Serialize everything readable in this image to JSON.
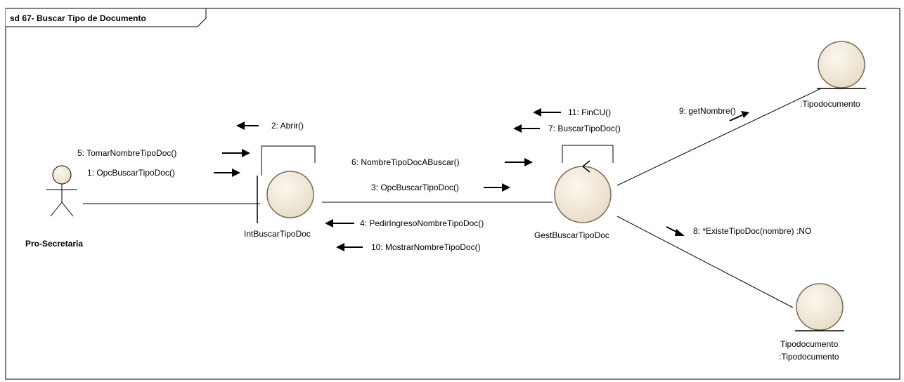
{
  "frame": {
    "title": "sd 67- Buscar Tipo de Documento"
  },
  "actor": {
    "name": "Pro-Secretaria"
  },
  "objects": {
    "boundary": "IntBuscarTipoDoc",
    "control": "GestBuscarTipoDoc",
    "entity_top": ":Tipodocumento",
    "entity_bottom_line1": "Tipodocumento",
    "entity_bottom_line2": ":Tipodocumento"
  },
  "messages": {
    "m1": "1: OpcBuscarTipoDoc()",
    "m2": "2: Abrir()",
    "m3": "3: OpcBuscarTipoDoc()",
    "m4": "4: PedirIngresoNombreTipoDoc()",
    "m5": "5: TomarNombreTipoDoc()",
    "m6": "6: NombreTipoDocABuscar()",
    "m7": "7: BuscarTipoDoc()",
    "m8": "8: *ExisteTipoDoc(nombre) :NO",
    "m9": "9: getNombre()",
    "m10": "10: MostrarNombreTipoDoc()",
    "m11": "11: FinCU()"
  },
  "colors": {
    "object_fill": "#f2ebdc",
    "object_stroke": "#7a6a55",
    "line": "#000000"
  }
}
